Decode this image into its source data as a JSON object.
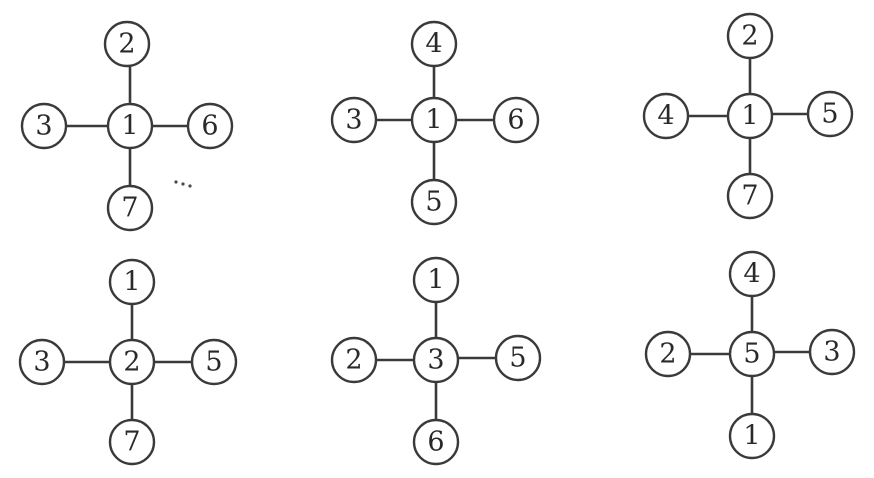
{
  "diagrams": [
    {
      "center": "1",
      "top": "2",
      "left": "3",
      "right": "6",
      "bottom": "7"
    },
    {
      "center": "1",
      "top": "4",
      "left": "3",
      "right": "6",
      "bottom": "5"
    },
    {
      "center": "1",
      "top": "2",
      "left": "4",
      "right": "5",
      "bottom": "7"
    },
    {
      "center": "2",
      "top": "1",
      "left": "3",
      "right": "5",
      "bottom": "7"
    },
    {
      "center": "3",
      "top": "1",
      "left": "2",
      "right": "5",
      "bottom": "6"
    },
    {
      "center": "5",
      "top": "4",
      "left": "2",
      "right": "3",
      "bottom": "1"
    }
  ],
  "colors": {
    "stroke": "#3a3a3a",
    "text": "#2a2a2a",
    "background": "#ffffff"
  }
}
